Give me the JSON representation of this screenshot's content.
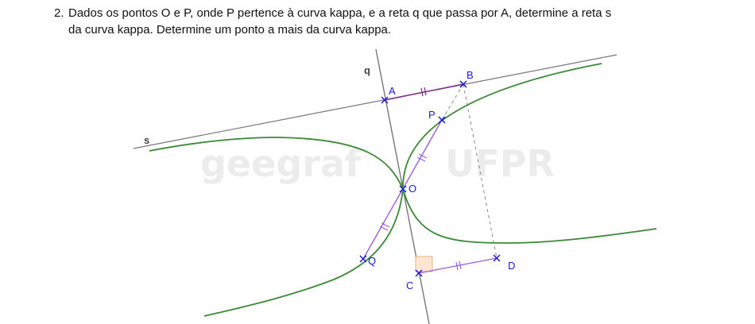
{
  "problem": {
    "number": "2.",
    "line1": "Dados os pontos O e P, onde P pertence à curva kappa, e a reta q que passa por A, determine a reta s",
    "line2": "da curva kappa. Determine um ponto a mais da curva kappa."
  },
  "watermark": {
    "left": "geegraf",
    "right": "UFPR"
  },
  "figure": {
    "lines": {
      "q": "q",
      "s": "s"
    },
    "points": {
      "A": "A",
      "B": "B",
      "P": "P",
      "O": "O",
      "Q": "Q",
      "C": "C",
      "D": "D"
    }
  },
  "colors": {
    "curve": "#3a8a35",
    "construction": "#9b5de5",
    "segment_AB": "#7b2b85",
    "point": "#1a1adf",
    "line": "#777777",
    "dashed": "#888888"
  }
}
